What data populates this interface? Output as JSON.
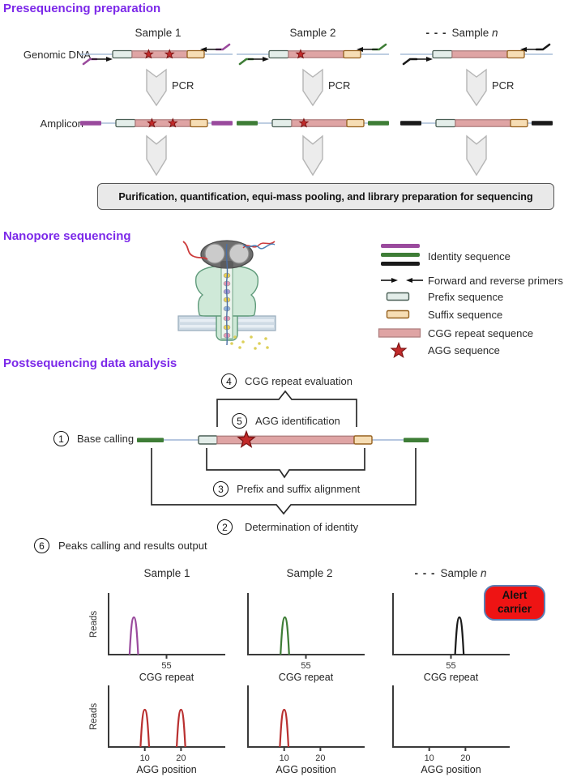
{
  "colors": {
    "heading": "#7c29e9",
    "identity_purple": "#9a4a9d",
    "identity_green": "#3e7d36",
    "identity_black": "#1a1a1a",
    "agg_star_fill": "#c22a2a",
    "agg_star_stroke": "#7a1212",
    "cgg_fill": "#dfa4a4",
    "cgg_stroke": "#b08080",
    "prefix_fill": "#e3ede9",
    "prefix_stroke": "#4a5f55",
    "suffix_fill": "#f6ddb4",
    "suffix_stroke": "#96611f",
    "dna_line": "#a9bdd8",
    "pcr_arrow_fill": "#ececec",
    "pcr_arrow_stroke": "#b5b5b5",
    "alert_fill": "#ee1414",
    "alert_border": "#5b7fb5",
    "peak_red": "#b93030"
  },
  "samples": [
    {
      "dashes": "",
      "name": "Sample 1",
      "var": "",
      "color": "#9a4a9d",
      "genomic_stars": [
        0.3,
        0.68
      ],
      "amplicon_stars": [
        0.3,
        0.68
      ]
    },
    {
      "dashes": "",
      "name": "Sample 2",
      "var": "",
      "color": "#3e7d36",
      "genomic_stars": [
        0.22
      ],
      "amplicon_stars": [
        0.22
      ]
    },
    {
      "dashes": "- - -",
      "name": "Sample",
      "var": "n",
      "color": "#1a1a1a",
      "genomic_stars": [],
      "amplicon_stars": []
    }
  ],
  "presequencing": {
    "title": "Presequencing preparation",
    "genomic_label": "Genomic DNA",
    "amplicon_label": "Amplicon",
    "pcr_label": "PCR",
    "pooling_text": "Purification, quantification, equi-mass pooling, and library preparation for sequencing"
  },
  "nanopore": {
    "title": "Nanopore sequencing"
  },
  "legend": {
    "items": [
      {
        "swatch": "identity-bars",
        "label": "Identity sequence",
        "colors": [
          "#9a4a9d",
          "#3e7d36",
          "#1a1a1a"
        ]
      },
      {
        "swatch": "primer-arrows",
        "label": "Forward and reverse primers"
      },
      {
        "swatch": "prefix-box",
        "label": "Prefix sequence"
      },
      {
        "swatch": "suffix-box",
        "label": "Suffix sequence"
      },
      {
        "swatch": "cgg-bar",
        "label": "CGG repeat sequence"
      },
      {
        "swatch": "agg-star",
        "label": "AGG sequence"
      }
    ]
  },
  "postsequencing": {
    "title": "Postsequencing data analysis",
    "steps": [
      {
        "num": "1",
        "label": "Base calling"
      },
      {
        "num": "2",
        "label": "Determination of identity"
      },
      {
        "num": "3",
        "label": "Prefix and suffix alignment"
      },
      {
        "num": "4",
        "label": "CGG repeat evaluation"
      },
      {
        "num": "5",
        "label": "AGG identification"
      },
      {
        "num": "6",
        "label": "Peaks calling and results output"
      }
    ],
    "alert": {
      "line1": "Alert",
      "line2": "carrier"
    }
  },
  "chart_data": [
    {
      "type": "line",
      "sample": "Sample 1",
      "xlabel": "CGG repeat",
      "ylabel": "Reads",
      "show_ylabel": true,
      "xlim": [
        0,
        110
      ],
      "xticks": [
        55
      ],
      "grid": false,
      "peaks": [
        {
          "x": 24,
          "height": 1,
          "color": "#9a4a9d"
        }
      ]
    },
    {
      "type": "line",
      "sample": "Sample 2",
      "xlabel": "CGG repeat",
      "ylabel": "Reads",
      "show_ylabel": false,
      "xlim": [
        0,
        110
      ],
      "xticks": [
        55
      ],
      "grid": false,
      "peaks": [
        {
          "x": 35,
          "height": 1,
          "color": "#3e7d36"
        }
      ]
    },
    {
      "type": "line",
      "sample": "Sample n",
      "xlabel": "CGG repeat",
      "ylabel": "Reads",
      "show_ylabel": false,
      "xlim": [
        0,
        110
      ],
      "xticks": [
        55
      ],
      "grid": false,
      "peaks": [
        {
          "x": 63,
          "height": 1,
          "color": "#1a1a1a"
        }
      ]
    },
    {
      "type": "line",
      "sample": "Sample 1",
      "xlabel": "AGG position",
      "ylabel": "Reads",
      "show_ylabel": true,
      "xlim": [
        0,
        32
      ],
      "xticks": [
        10,
        20
      ],
      "grid": false,
      "peaks": [
        {
          "x": 10,
          "height": 1,
          "color": "#b93030"
        },
        {
          "x": 20,
          "height": 1,
          "color": "#b93030"
        }
      ]
    },
    {
      "type": "line",
      "sample": "Sample 2",
      "xlabel": "AGG position",
      "ylabel": "Reads",
      "show_ylabel": false,
      "xlim": [
        0,
        32
      ],
      "xticks": [
        10,
        20
      ],
      "grid": false,
      "peaks": [
        {
          "x": 10,
          "height": 1,
          "color": "#b93030"
        }
      ]
    },
    {
      "type": "line",
      "sample": "Sample n",
      "xlabel": "AGG position",
      "ylabel": "Reads",
      "show_ylabel": false,
      "xlim": [
        0,
        32
      ],
      "xticks": [
        10,
        20
      ],
      "grid": false,
      "peaks": []
    }
  ]
}
